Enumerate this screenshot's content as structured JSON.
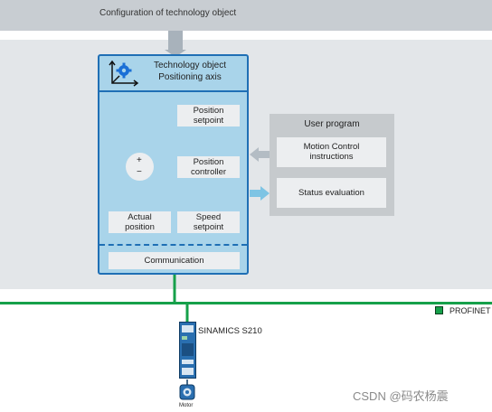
{
  "config_title": "Configuration of technology object",
  "tech_object": {
    "title_line1": "Technology object",
    "title_line2": "Positioning axis",
    "gear_icon": "gear-axis-icon",
    "color_fill": "#a9d4ea",
    "color_border": "#1f6fb5"
  },
  "blocks": {
    "position_setpoint": [
      "Position",
      "setpoint"
    ],
    "summing_plus": "+",
    "summing_minus": "−",
    "position_controller": [
      "Position",
      "controller"
    ],
    "actual_position": [
      "Actual",
      "position"
    ],
    "speed_setpoint": [
      "Speed",
      "setpoint"
    ],
    "communication": "Communication"
  },
  "user_program": {
    "title": "User program",
    "motion_control": [
      "Motion Control",
      "instructions"
    ],
    "status_evaluation": "Status evaluation"
  },
  "network": {
    "label": "PROFINET",
    "color": "#16a04a"
  },
  "drive": {
    "label": "SINAMICS S210",
    "motor_label": "Motor"
  },
  "watermark": "CSDN @码农杨震"
}
